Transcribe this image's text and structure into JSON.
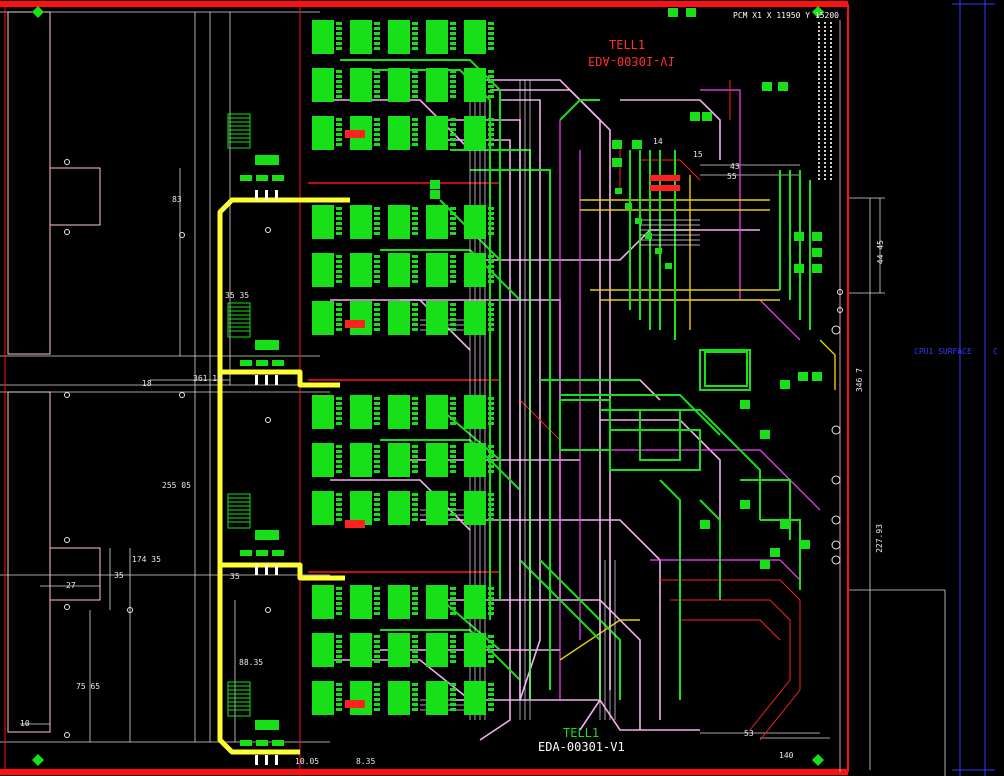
{
  "board": {
    "title": "TELL1",
    "part_number_top": "EDA-00301-V1",
    "part_number_bottom": "EDA-00301-V1",
    "coord_readout": "PCM X1 X 11950 Y 15200",
    "side_label_left": "CPU1 SURFACE",
    "side_label_right": "C"
  },
  "dimensions": {
    "d83": "83",
    "d35_35": "35 35",
    "d361_10": "361 10",
    "d255_05": "255 05",
    "d174_35": "174 35",
    "d35": "35",
    "d27": "27",
    "d88_35": "88.35",
    "d75_65": "75 65",
    "d10": "10",
    "d10_05": "10.05",
    "d8_35": "8.35",
    "d35_b": "35",
    "d15": "15",
    "d43": "43",
    "d55": "55",
    "d44_45": "44 45",
    "d346_7": "346 7",
    "d227_93": "227.93",
    "d53": "53",
    "d140": "140",
    "d18": "18",
    "d14": "14"
  },
  "colors": {
    "board_edge": "#ff1010",
    "copper_top": "#18e018",
    "copper_inner": "#f3b0f0",
    "copper_inner2": "#ff40ff",
    "power": "#ffff33",
    "dimension": "#e8e8e8",
    "silkscreen": "#ff3030",
    "outline": "#ffc8c8"
  },
  "icons": {
    "fiducial": "green-diamond-icon"
  }
}
